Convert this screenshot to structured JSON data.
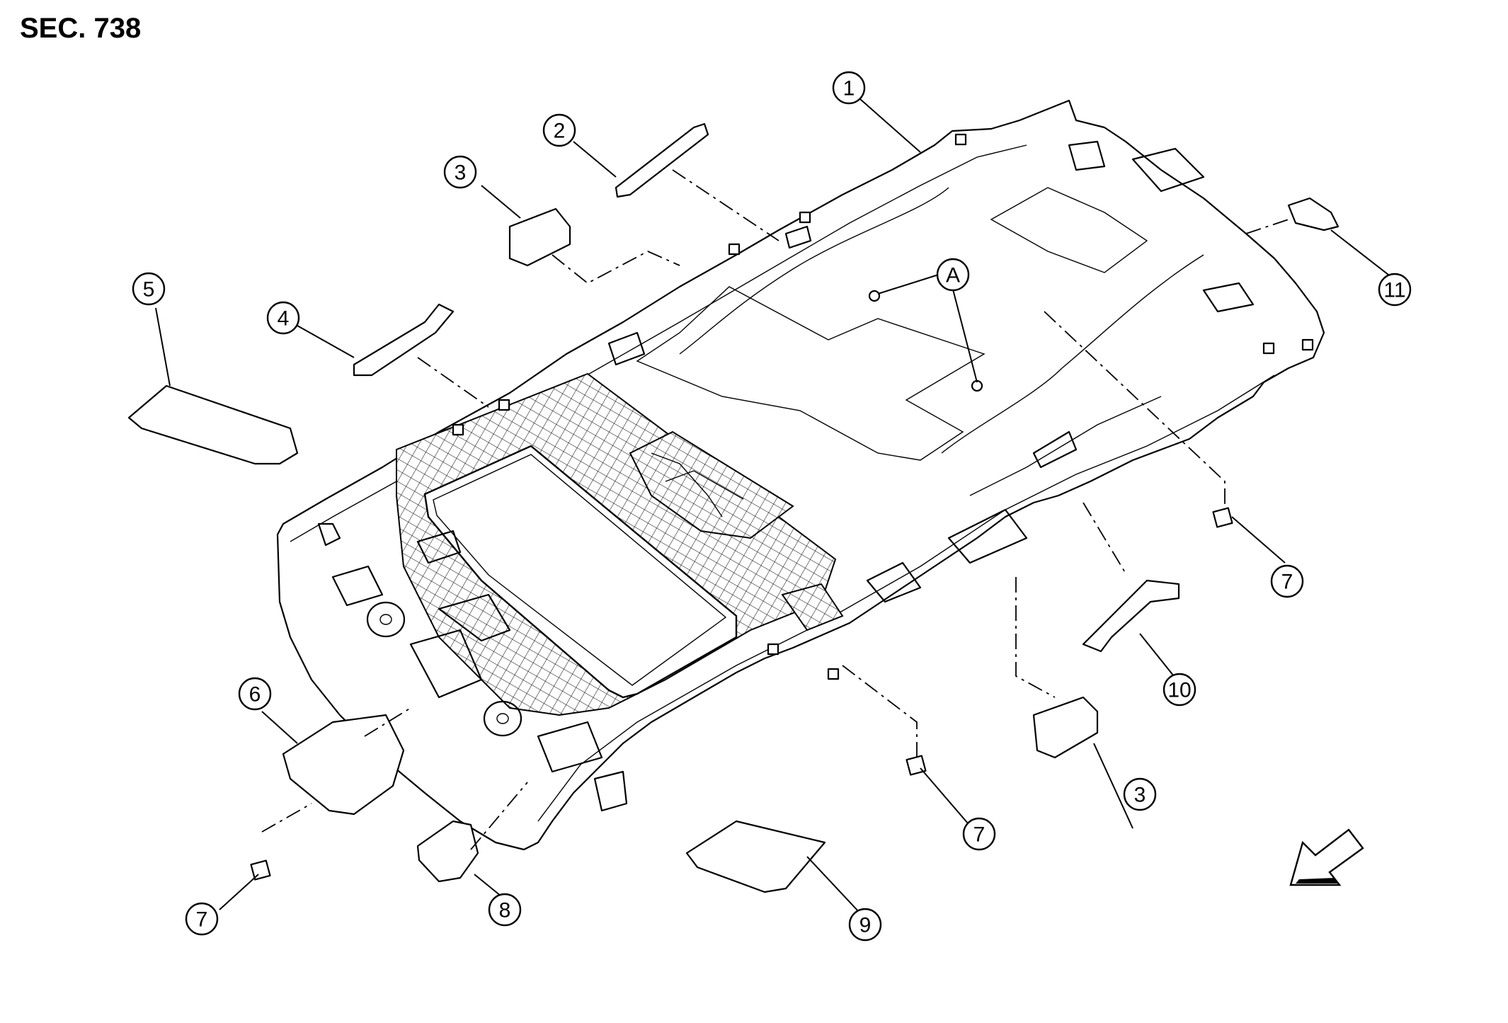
{
  "section_label": "SEC. 738",
  "callouts": {
    "c1": "1",
    "c2": "2",
    "c3a": "3",
    "c3b": "3",
    "c4": "4",
    "c5": "5",
    "c6": "6",
    "c7a": "7",
    "c7b": "7",
    "c7c": "7",
    "c8": "8",
    "c9": "9",
    "c10": "10",
    "c11": "11",
    "cA": "A"
  }
}
